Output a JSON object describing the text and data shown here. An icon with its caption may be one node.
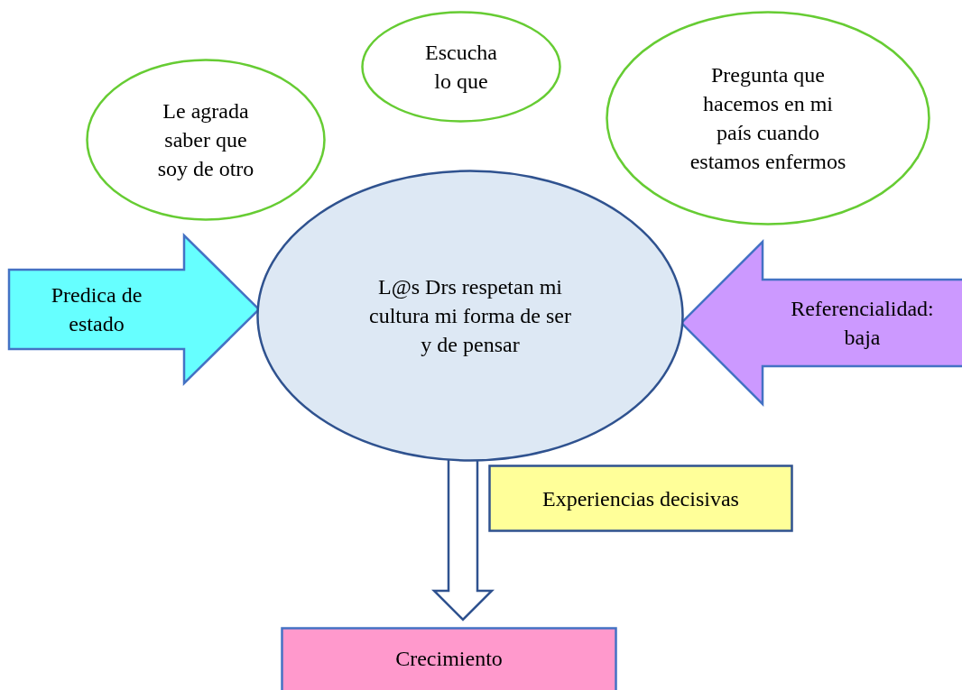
{
  "diagram": {
    "nodes": [
      {
        "text": [
          "Le agrada saber que soy de otro"
        ]
      },
      {
        "text": [
          "Escucha lo que"
        ]
      },
      {
        "text": [
          "Pregunta que hacemos en mi país cuando estamos enfermos"
        ]
      },
      {
        "text": [
          "L@s Drs respetan mi cultura mi forma de ser y de pensar"
        ]
      },
      {
        "text": [
          "Experiencias decisivas"
        ]
      },
      {
        "text": [
          "Crecimiento"
        ]
      }
    ],
    "edges": [
      {
        "from": null,
        "to": 3,
        "arrow": "to",
        "style": "thick",
        "color": "#66ffff",
        "label": "Predica de estado"
      },
      {
        "from": null,
        "to": 3,
        "arrow": "to",
        "style": "thick",
        "color": "#cc99ff",
        "label": "Referencialidad: baja"
      },
      {
        "from": 3,
        "to": 5,
        "arrow": "to",
        "style": "thick"
      }
    ]
  }
}
